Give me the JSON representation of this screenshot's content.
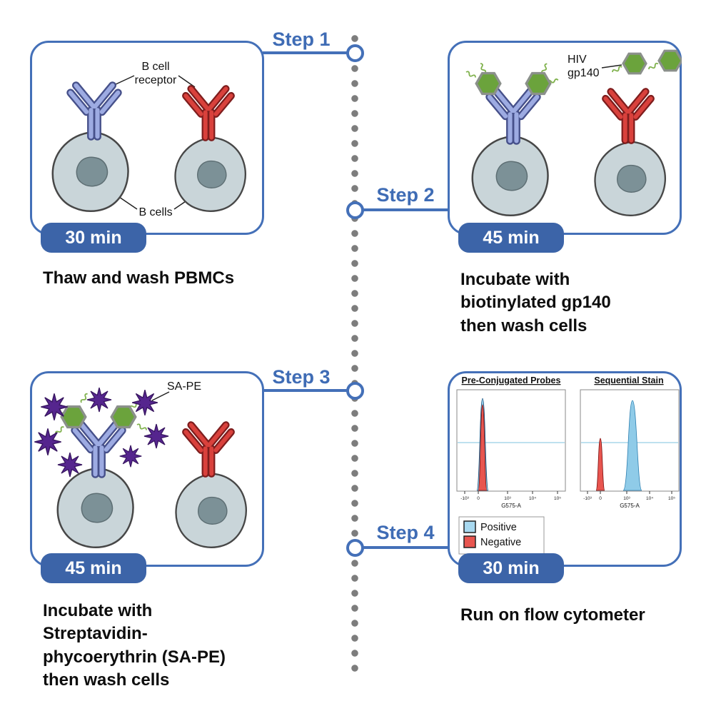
{
  "figure": {
    "type": "protocol-timeline",
    "orientation": "vertical-dotted-center"
  },
  "steps": [
    {
      "label": "Step 1",
      "time": "30 min",
      "caption": "Thaw and wash PBMCs",
      "labels": {
        "receptor_line1": "B cell",
        "receptor_line2": "receptor",
        "cells": "B cells"
      }
    },
    {
      "label": "Step 2",
      "time": "45 min",
      "caption": "Incubate with\nbiotinylated gp140\nthen wash cells",
      "labels": {
        "antigen_line1": "HIV",
        "antigen_line2": "gp140"
      }
    },
    {
      "label": "Step 3",
      "time": "45 min",
      "caption": "Incubate with\nStreptavidin-\nphycoerythrin (SA-PE)\nthen wash cells",
      "labels": {
        "probe": "SA-PE"
      }
    },
    {
      "label": "Step 4",
      "time": "30 min",
      "caption": "Run on flow cytometer",
      "flow_plots": {
        "left_title": "Pre-Conjugated Probes",
        "right_title": "Sequential Stain",
        "x_axis_label": "G575-A",
        "ticks": [
          "-10³",
          "0",
          "10³",
          "10⁴",
          "10⁵"
        ],
        "legend": [
          {
            "label": "Positive",
            "color": "#a8d9f0"
          },
          {
            "label": "Negative",
            "color": "#e8554f"
          }
        ]
      }
    }
  ],
  "chart_data": [
    {
      "type": "area",
      "title": "Pre-Conjugated Probes",
      "xlabel": "G575-A",
      "x_ticks": [
        "-10³",
        "0",
        "10³",
        "10⁴",
        "10⁵"
      ],
      "series": [
        {
          "name": "Positive",
          "peak_x": "0",
          "peak_height_frac": 0.91
        },
        {
          "name": "Negative",
          "peak_x": "0",
          "peak_height_frac": 0.85
        }
      ],
      "note": "Positive and negative populations overlap near zero"
    },
    {
      "type": "area",
      "title": "Sequential Stain",
      "xlabel": "G575-A",
      "x_ticks": [
        "-10³",
        "0",
        "10³",
        "10⁴",
        "10⁵"
      ],
      "series": [
        {
          "name": "Positive",
          "peak_x": "10⁴",
          "peak_height_frac": 0.89
        },
        {
          "name": "Negative",
          "peak_x": "0",
          "peak_height_frac": 0.51
        }
      ],
      "note": "Positive population shifted right, well separated from negative"
    }
  ],
  "colors": {
    "accent_blue": "#4470b8",
    "badge_blue": "#3c64a8",
    "step_text_blue": "#3f6cb5",
    "cell_fill": "#c9d5d9",
    "nucleus": "#7c9197",
    "antibody_blue": "#9dabe2",
    "antibody_red": "#d9413c",
    "antigen_green": "#6ba33c",
    "probe_purple": "#55258e",
    "dot_gray": "#7d7d7d"
  }
}
